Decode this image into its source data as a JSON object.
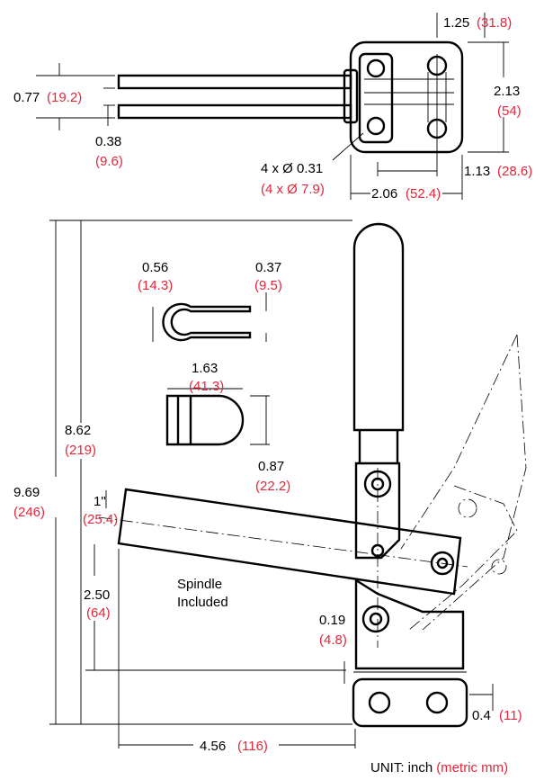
{
  "colors": {
    "inch": "#000000",
    "metric": "#e3263a"
  },
  "dims": {
    "w_top": {
      "inch": "1.25",
      "mm": "(31.8)"
    },
    "h_base": {
      "inch": "2.13",
      "mm": "(54)"
    },
    "gap_bar": {
      "inch": "0.77",
      "mm": "(19.2)"
    },
    "bar_th": {
      "inch": "0.38",
      "mm": "(9.6)"
    },
    "holes": {
      "inch": "4 x Ø 0.31",
      "mm": "(4 x Ø 7.9)"
    },
    "w_holes": {
      "inch": "1.13",
      "mm": "(28.6)"
    },
    "w_base": {
      "inch": "2.06",
      "mm": "(52.4)"
    },
    "spin_d": {
      "inch": "0.56",
      "mm": "(14.3)"
    },
    "spin_slot": {
      "inch": "0.37",
      "mm": "(9.5)"
    },
    "spin_len": {
      "inch": "1.63",
      "mm": "(41.3)"
    },
    "spin_h": {
      "inch": "0.87",
      "mm": "(22.2)"
    },
    "h_total": {
      "inch": "9.69",
      "mm": "(246)"
    },
    "h_open": {
      "inch": "8.62",
      "mm": "(219)"
    },
    "tip": {
      "inch": "1\"",
      "mm": "(25.4)"
    },
    "h_arm": {
      "inch": "2.50",
      "mm": "(64)"
    },
    "pivot": {
      "inch": "0.19",
      "mm": "(4.8)"
    },
    "reach": {
      "inch": "4.56",
      "mm": "(116)"
    },
    "plate": {
      "inch": "0.4",
      "mm": "(11)"
    }
  },
  "labels": {
    "spindle_line1": "Spindle",
    "spindle_line2": "Included",
    "unit_prefix": "UNIT: inch",
    "unit_metric": "(metric mm)"
  }
}
